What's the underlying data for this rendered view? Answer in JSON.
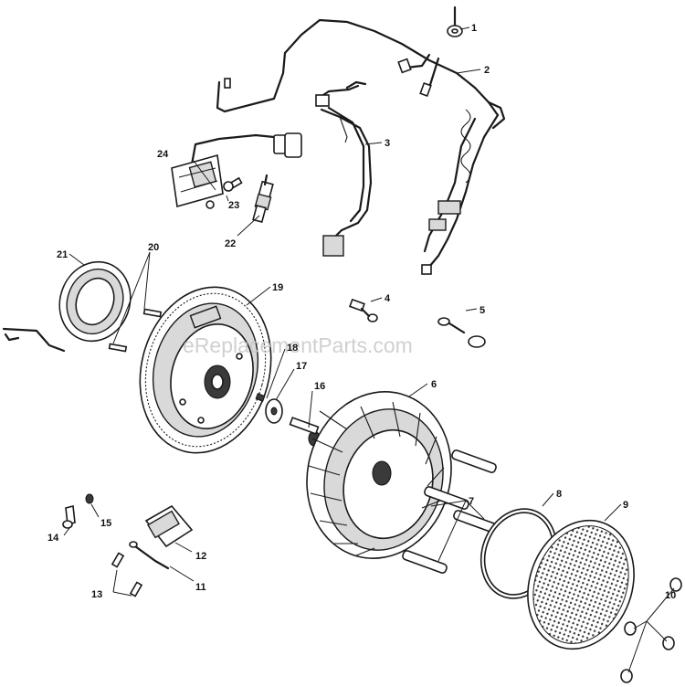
{
  "watermark": "eReplacementParts.com",
  "callouts": [
    {
      "id": "c1",
      "label": "1"
    },
    {
      "id": "c2",
      "label": "2"
    },
    {
      "id": "c3",
      "label": "3"
    },
    {
      "id": "c4",
      "label": "4"
    },
    {
      "id": "c5",
      "label": "5"
    },
    {
      "id": "c6",
      "label": "6"
    },
    {
      "id": "c7",
      "label": "7"
    },
    {
      "id": "c8",
      "label": "8"
    },
    {
      "id": "c9",
      "label": "9"
    },
    {
      "id": "c10",
      "label": "10"
    },
    {
      "id": "c11",
      "label": "11"
    },
    {
      "id": "c12",
      "label": "12"
    },
    {
      "id": "c13",
      "label": "13"
    },
    {
      "id": "c14",
      "label": "14"
    },
    {
      "id": "c15",
      "label": "15"
    },
    {
      "id": "c16",
      "label": "16"
    },
    {
      "id": "c17",
      "label": "17"
    },
    {
      "id": "c18",
      "label": "18"
    },
    {
      "id": "c19",
      "label": "19"
    },
    {
      "id": "c20",
      "label": "20"
    },
    {
      "id": "c21",
      "label": "21"
    },
    {
      "id": "c22",
      "label": "22"
    },
    {
      "id": "c23",
      "label": "23"
    },
    {
      "id": "c24",
      "label": "24"
    }
  ]
}
